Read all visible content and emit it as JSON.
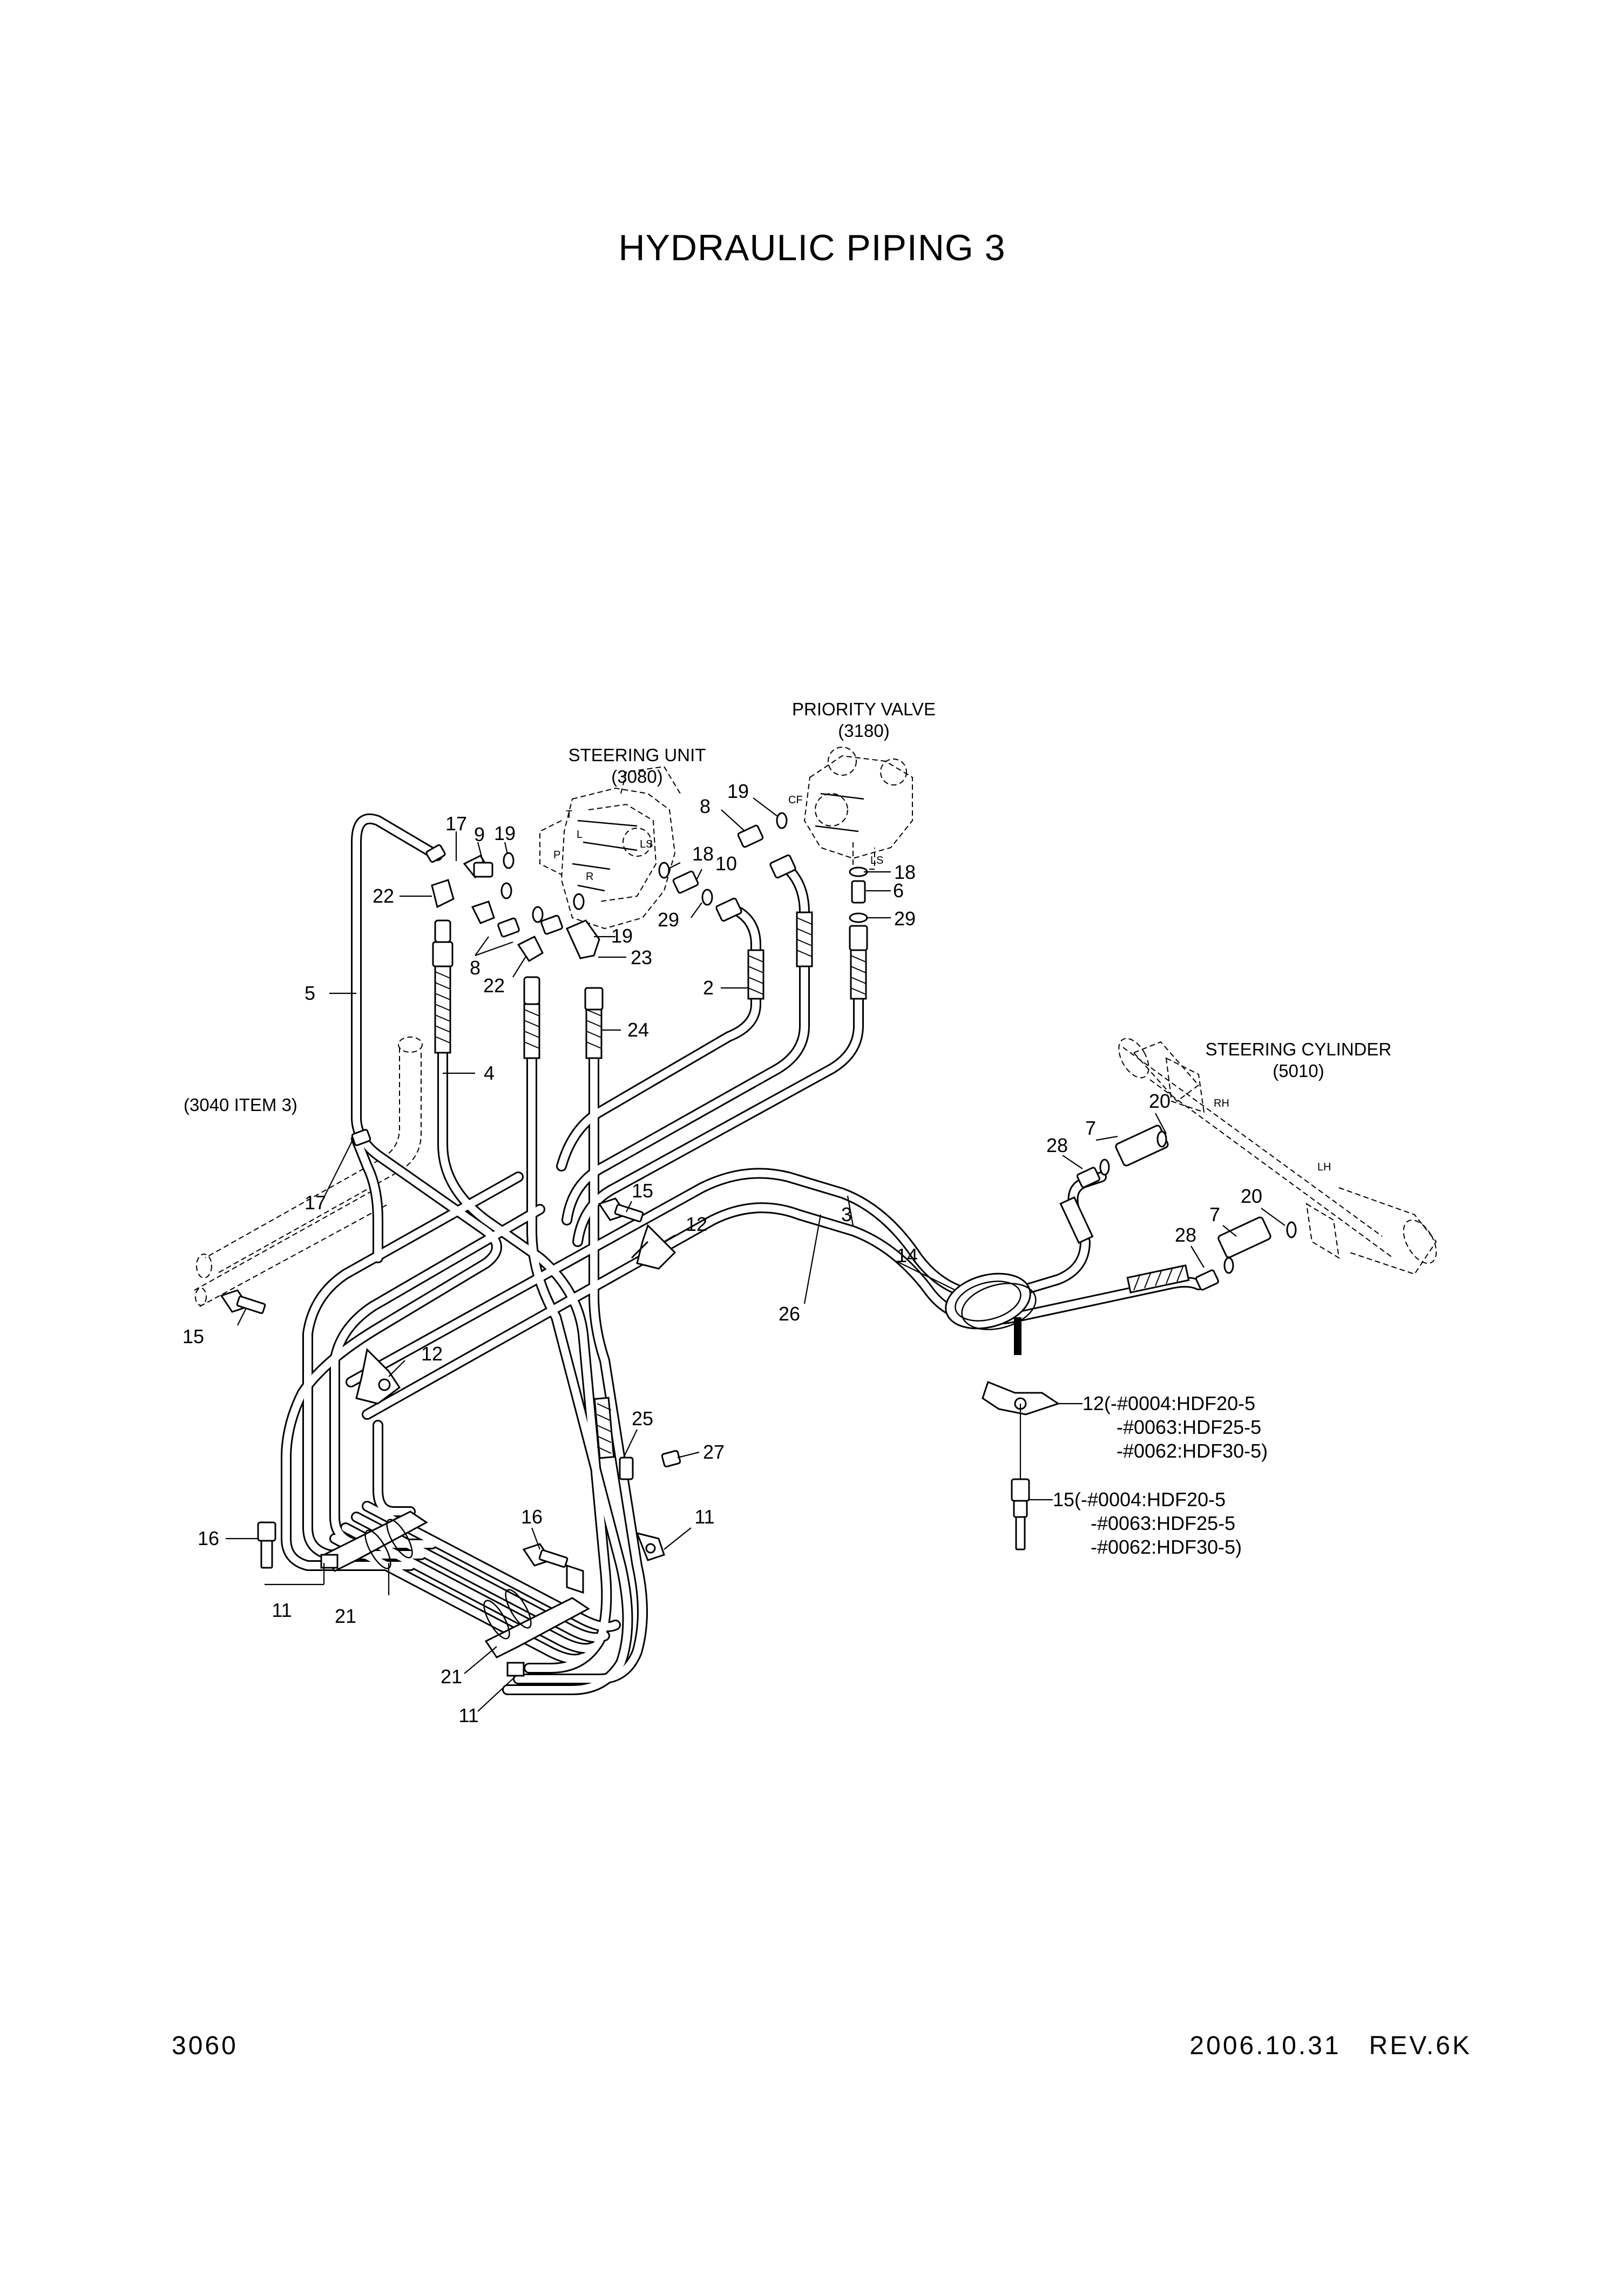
{
  "title": "HYDRAULIC PIPING 3",
  "footer": {
    "page_number": "3060",
    "revision": "2006.10.31   REV.6K"
  },
  "assemblies": {
    "priority_valve": {
      "name": "PRIORITY VALVE",
      "ref": "(3180)"
    },
    "steering_unit": {
      "name": "STEERING UNIT",
      "ref": "(3080)"
    },
    "steering_cylinder": {
      "name": "STEERING CYLINDER",
      "ref": "(5010)"
    },
    "reference_3040": "(3040 ITEM 3)"
  },
  "port_labels": {
    "t": "T",
    "l": "L",
    "ls_unit": "LS",
    "p": "P",
    "r": "R",
    "cf": "CF",
    "ls_valve": "LS",
    "rh": "RH",
    "lh": "LH"
  },
  "callouts": [
    {
      "id": "c17a",
      "text": "17"
    },
    {
      "id": "c9",
      "text": "9"
    },
    {
      "id": "c19a",
      "text": "19"
    },
    {
      "id": "c22a",
      "text": "22"
    },
    {
      "id": "c8a",
      "text": "8"
    },
    {
      "id": "c22b",
      "text": "22"
    },
    {
      "id": "c23",
      "text": "23"
    },
    {
      "id": "c19b",
      "text": "19"
    },
    {
      "id": "c18a",
      "text": "18"
    },
    {
      "id": "c10",
      "text": "10"
    },
    {
      "id": "c29a",
      "text": "29"
    },
    {
      "id": "c19c",
      "text": "19"
    },
    {
      "id": "c8b",
      "text": "8"
    },
    {
      "id": "c18b",
      "text": "18"
    },
    {
      "id": "c6",
      "text": "6"
    },
    {
      "id": "c29b",
      "text": "29"
    },
    {
      "id": "c2",
      "text": "2"
    },
    {
      "id": "c24",
      "text": "24"
    },
    {
      "id": "c5",
      "text": "5"
    },
    {
      "id": "c4",
      "text": "4"
    },
    {
      "id": "c17b",
      "text": "17"
    },
    {
      "id": "c15a",
      "text": "15"
    },
    {
      "id": "c12a",
      "text": "12"
    },
    {
      "id": "c3",
      "text": "3"
    },
    {
      "id": "c14",
      "text": "14"
    },
    {
      "id": "c26",
      "text": "26"
    },
    {
      "id": "c15b",
      "text": "15"
    },
    {
      "id": "c12b",
      "text": "12"
    },
    {
      "id": "c25",
      "text": "25"
    },
    {
      "id": "c27",
      "text": "27"
    },
    {
      "id": "c16a",
      "text": "16"
    },
    {
      "id": "c11a",
      "text": "11"
    },
    {
      "id": "c21a",
      "text": "21"
    },
    {
      "id": "c16b",
      "text": "16"
    },
    {
      "id": "c11b",
      "text": "11"
    },
    {
      "id": "c21b",
      "text": "21"
    },
    {
      "id": "c11c",
      "text": "11"
    },
    {
      "id": "c20a",
      "text": "20"
    },
    {
      "id": "c7a",
      "text": "7"
    },
    {
      "id": "c28a",
      "text": "28"
    },
    {
      "id": "c20b",
      "text": "20"
    },
    {
      "id": "c7b",
      "text": "7"
    },
    {
      "id": "c28b",
      "text": "28"
    }
  ],
  "notes": {
    "n12": [
      "12(-#0004:HDF20-5",
      "-#0063:HDF25-5",
      "-#0062:HDF30-5)"
    ],
    "n15": [
      "15(-#0004:HDF20-5",
      "-#0063:HDF25-5",
      "-#0062:HDF30-5)"
    ]
  }
}
